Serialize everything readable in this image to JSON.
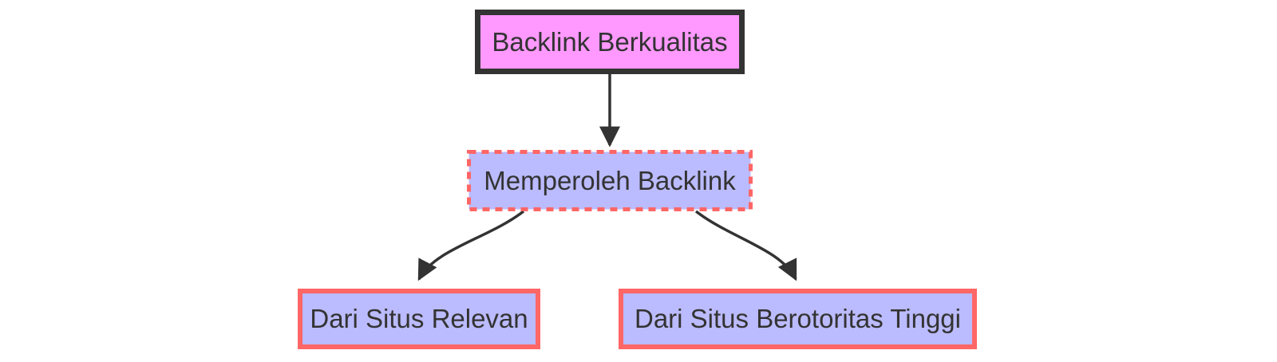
{
  "diagram": {
    "type": "flowchart",
    "direction": "top-down",
    "background_color": "#ffffff",
    "edge_color": "#333333",
    "text_color": "#333333",
    "nodes": [
      {
        "id": "top",
        "label": "Backlink Berkualitas",
        "fill": "#ff99ff",
        "stroke": "#333333",
        "border_style": "solid-thick"
      },
      {
        "id": "middle",
        "label": "Memperoleh Backlink",
        "fill": "#bbbbff",
        "stroke": "#ff6666",
        "border_style": "dashed"
      },
      {
        "id": "bottom-left",
        "label": "Dari Situs Relevan",
        "fill": "#bbbbff",
        "stroke": "#ff6666",
        "border_style": "solid"
      },
      {
        "id": "bottom-right",
        "label": "Dari Situs Berotoritas Tinggi",
        "fill": "#bbbbff",
        "stroke": "#ff6666",
        "border_style": "solid"
      }
    ],
    "edges": [
      {
        "from": "Backlink Berkualitas",
        "to": "Memperoleh Backlink"
      },
      {
        "from": "Memperoleh Backlink",
        "to": "Dari Situs Relevan"
      },
      {
        "from": "Memperoleh Backlink",
        "to": "Dari Situs Berotoritas Tinggi"
      }
    ]
  }
}
